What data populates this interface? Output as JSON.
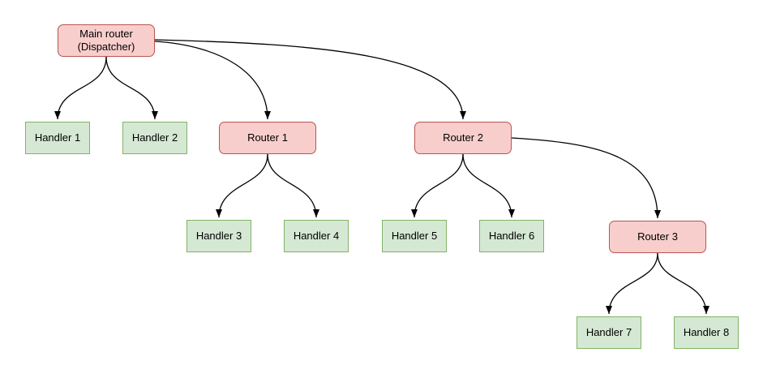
{
  "diagram": {
    "background": "#ffffff",
    "colors": {
      "router_fill": "#f8cecc",
      "router_stroke": "#b85450",
      "handler_fill": "#d5e8d4",
      "handler_stroke": "#82b366",
      "edge": "#000000",
      "text": "#000000"
    },
    "nodes": {
      "main_router": {
        "label": "Main router\n(Dispatcher)",
        "type": "router"
      },
      "handler1": {
        "label": "Handler 1",
        "type": "handler"
      },
      "handler2": {
        "label": "Handler 2",
        "type": "handler"
      },
      "router1": {
        "label": "Router 1",
        "type": "router"
      },
      "router2": {
        "label": "Router 2",
        "type": "router"
      },
      "handler3": {
        "label": "Handler 3",
        "type": "handler"
      },
      "handler4": {
        "label": "Handler 4",
        "type": "handler"
      },
      "handler5": {
        "label": "Handler 5",
        "type": "handler"
      },
      "handler6": {
        "label": "Handler 6",
        "type": "handler"
      },
      "router3": {
        "label": "Router 3",
        "type": "router"
      },
      "handler7": {
        "label": "Handler 7",
        "type": "handler"
      },
      "handler8": {
        "label": "Handler 8",
        "type": "handler"
      }
    },
    "edges": [
      {
        "from": "main_router",
        "to": "handler1"
      },
      {
        "from": "main_router",
        "to": "handler2"
      },
      {
        "from": "main_router",
        "to": "router1"
      },
      {
        "from": "main_router",
        "to": "router2"
      },
      {
        "from": "router1",
        "to": "handler3"
      },
      {
        "from": "router1",
        "to": "handler4"
      },
      {
        "from": "router2",
        "to": "handler5"
      },
      {
        "from": "router2",
        "to": "handler6"
      },
      {
        "from": "router2",
        "to": "router3"
      },
      {
        "from": "router3",
        "to": "handler7"
      },
      {
        "from": "router3",
        "to": "handler8"
      }
    ]
  }
}
